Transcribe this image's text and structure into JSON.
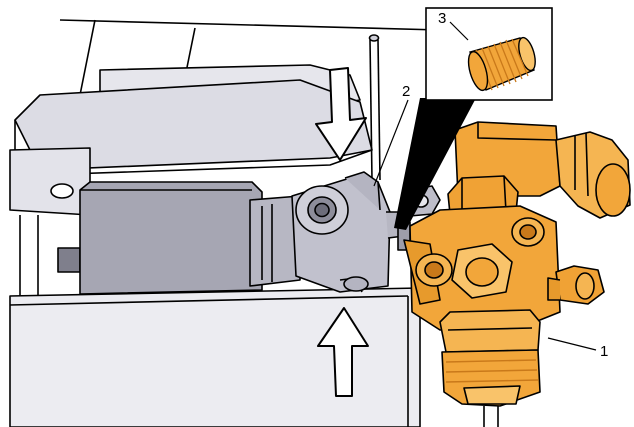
{
  "callouts": {
    "part_1": "1",
    "part_2": "2",
    "part_3": "3"
  },
  "colors": {
    "line": "#000000",
    "panel_grey": "#c9c9d3",
    "panel_light": "#e3e3ea",
    "body_grey": "#a9a9b6",
    "brass": "#f2a63a",
    "brass_dark": "#c9791a",
    "brass_light": "#f9c36a"
  },
  "icons": {
    "arrow_down": "press-down-arrow-icon",
    "arrow_up": "press-up-arrow-icon"
  }
}
